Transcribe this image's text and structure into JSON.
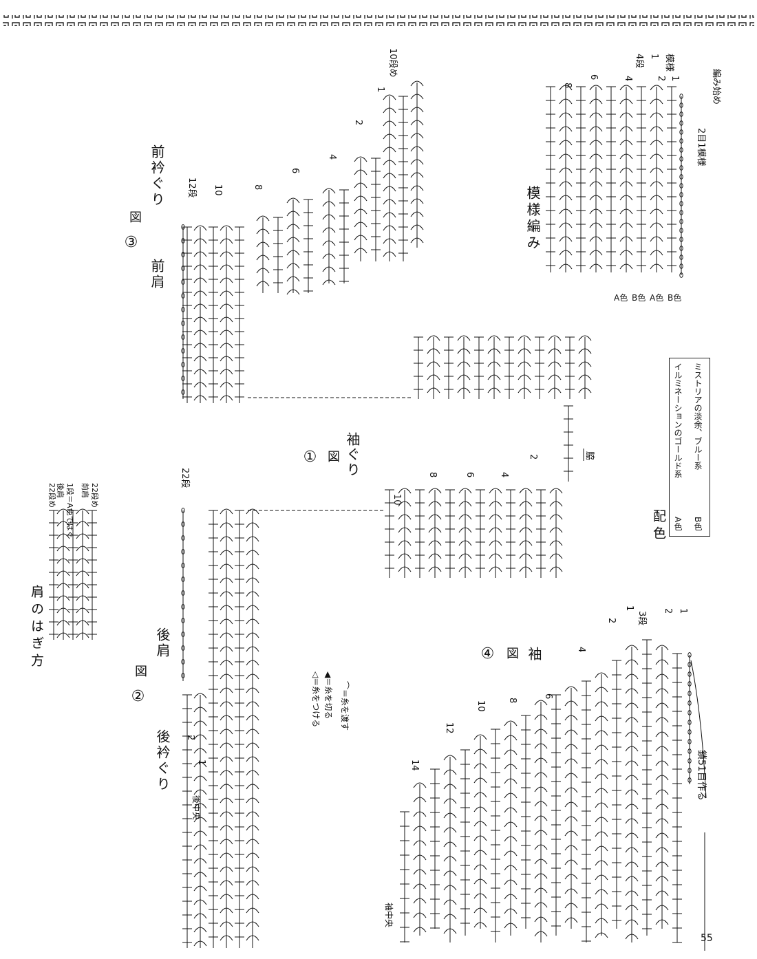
{
  "page_number": "55",
  "colors": {
    "ink": "#111111",
    "background": "#ffffff"
  },
  "shoulder_join": {
    "title": "肩のはぎ方",
    "labels": [
      "後肩",
      "22段め",
      "1段＝A色ではぐ",
      "前肩",
      "22段め"
    ]
  },
  "fig2": {
    "number": "②",
    "fig_word": "図",
    "title_left": "後衿ぐり",
    "title_right": "後肩",
    "row_top": "22段",
    "row_2": "2",
    "row_1": "1",
    "center": "後中央"
  },
  "fig3": {
    "number": "③",
    "fig_word": "図",
    "title_left": "前肩",
    "title_right": "前衿ぐり",
    "rows": [
      "12段",
      "10",
      "8",
      "6",
      "4",
      "2",
      "1",
      "10段め"
    ]
  },
  "fig1": {
    "number": "①",
    "fig_word": "図",
    "title": "袖ぐり",
    "side": "脇",
    "rows": [
      "10",
      "8",
      "6",
      "4",
      "2"
    ]
  },
  "fig4": {
    "number": "④",
    "fig_word": "図",
    "title": "袖",
    "rows": [
      "14",
      "12",
      "10",
      "8",
      "6",
      "4",
      "2",
      "1",
      "3段",
      "2",
      "1"
    ],
    "center": "袖中央",
    "foundation": "鎖51目作る"
  },
  "pattern": {
    "title": "模様編み",
    "rows": [
      "8",
      "6",
      "4",
      "2",
      "1"
    ],
    "repeat_rows": "4段",
    "repeat_one": "1",
    "repeat_word": "模様",
    "start": "編み始め",
    "stitch_repeat": "2目1模様",
    "color_labels": [
      "A色",
      "B色",
      "A色",
      "B色"
    ]
  },
  "symbols": {
    "attach": "＝糸をつける",
    "cut": "＝糸を切る",
    "carry": "＝糸を渡す"
  },
  "color_table": {
    "title": "配色",
    "rows": [
      {
        "key": "A色",
        "value": "イルミネーションのゴールド系"
      },
      {
        "key": "B色",
        "value": "ミストリアの淡余、ブルー系"
      }
    ]
  }
}
